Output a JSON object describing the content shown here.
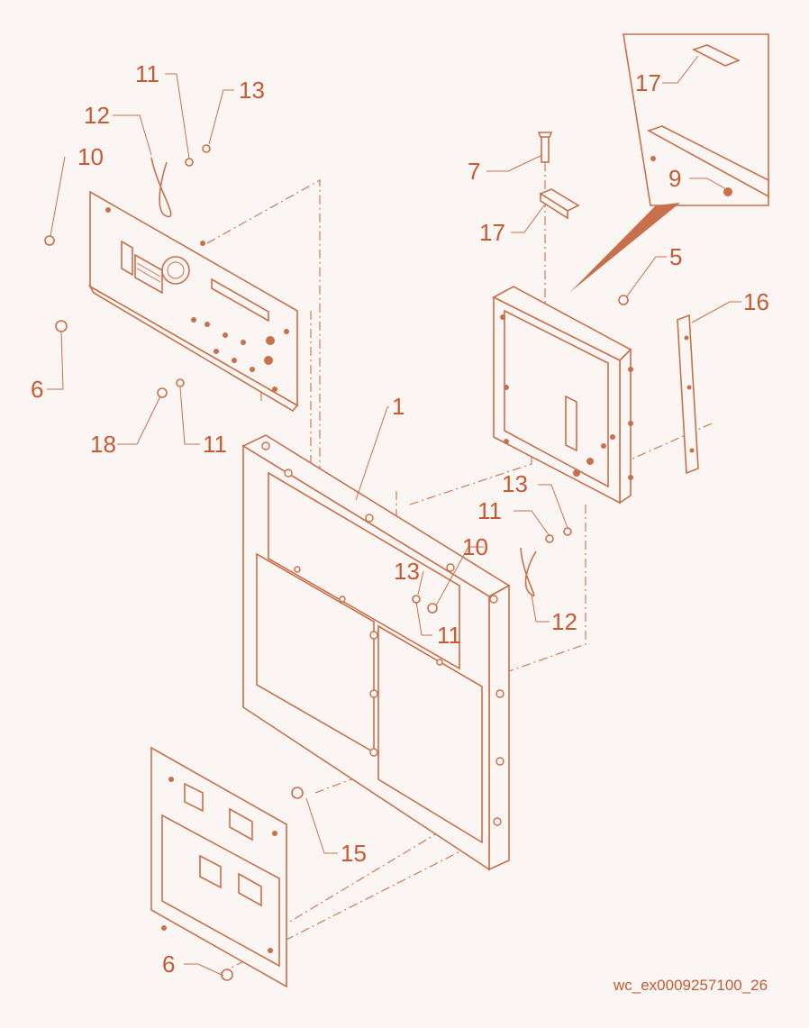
{
  "figure_id": "wc_ex0009257100_26",
  "callouts": [
    "11",
    "13",
    "12",
    "10",
    "6",
    "18",
    "11",
    "1",
    "7",
    "17",
    "17",
    "9",
    "5",
    "16",
    "13",
    "11",
    "10",
    "13",
    "11",
    "12",
    "15",
    "6"
  ],
  "colors": {
    "line": "#c8704b",
    "text": "#c75a33",
    "background": "#fbf6f3"
  }
}
